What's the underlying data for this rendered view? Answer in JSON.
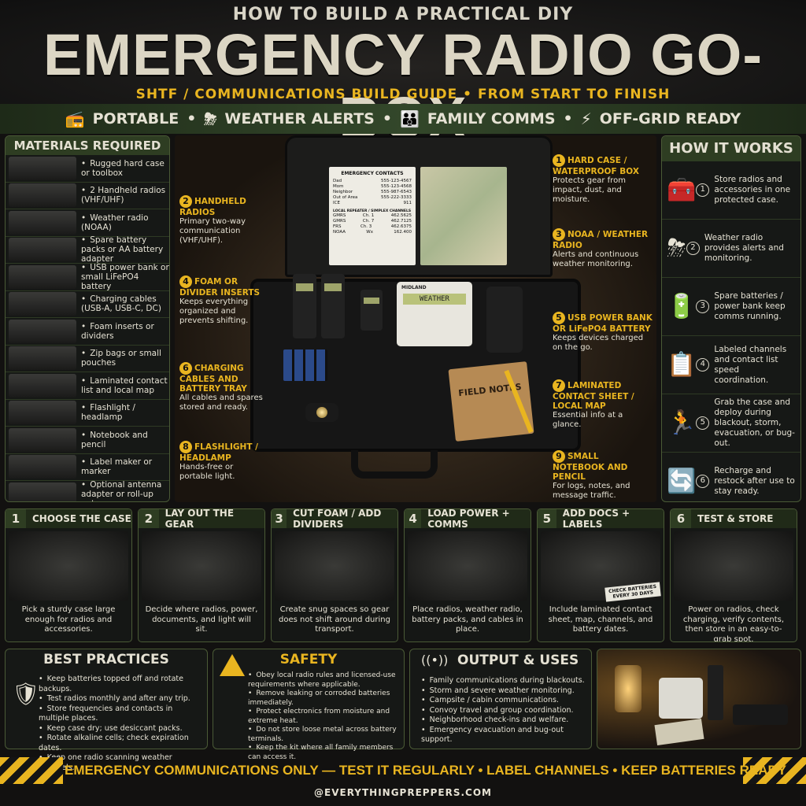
{
  "header": {
    "kicker": "HOW TO BUILD A PRACTICAL DIY",
    "title": "EMERGENCY RADIO GO-BOX",
    "subtitle": "SHTF / COMMUNICATIONS BUILD GUIDE • FROM START TO FINISH",
    "features": [
      "PORTABLE",
      "WEATHER ALERTS",
      "FAMILY COMMS",
      "OFF-GRID READY"
    ]
  },
  "materials": {
    "title": "MATERIALS REQUIRED",
    "items": [
      "Rugged hard case or toolbox",
      "2 Handheld radios (VHF/UHF)",
      "Weather radio (NOAA)",
      "Spare battery packs or AA battery adapter",
      "USB power bank or small LiFePO4 battery",
      "Charging cables (USB-A, USB-C, DC)",
      "Foam inserts or dividers",
      "Zip bags or small pouches",
      "Laminated contact list and local map",
      "Flashlight / headlamp",
      "Notebook and pencil",
      "Label maker or marker",
      "Optional antenna adapter or roll-up antenna"
    ]
  },
  "how": {
    "title": "HOW IT WORKS",
    "items": [
      {
        "num": "1",
        "text": "Store radios and accessories in one protected case.",
        "icon": "toolbox-icon"
      },
      {
        "num": "2",
        "text": "Weather radio provides alerts and monitoring.",
        "icon": "storm-icon"
      },
      {
        "num": "3",
        "text": "Spare batteries / power bank keep comms running.",
        "icon": "battery-icon"
      },
      {
        "num": "4",
        "text": "Labeled channels and contact list speed coordination.",
        "icon": "checklist-icon"
      },
      {
        "num": "5",
        "text": "Grab the case and deploy during blackout, storm, evacuation, or bug-out.",
        "icon": "runner-icon"
      },
      {
        "num": "6",
        "text": "Recharge and restock after use to stay ready.",
        "icon": "recycle-icon"
      }
    ]
  },
  "contact_card": {
    "title": "EMERGENCY CONTACTS",
    "rows": [
      [
        "Dad",
        "555-123-4567"
      ],
      [
        "Mom",
        "555-123-4568"
      ],
      [
        "Neighbor",
        "555-987-6543"
      ],
      [
        "Out of Area",
        "555-222-3333"
      ],
      [
        "ICE",
        "911"
      ]
    ],
    "sub": "LOCAL REPEATER / SIMPLEX CHANNELS",
    "channels": [
      [
        "GMRS",
        "Ch. 1",
        "462.5625"
      ],
      [
        "GMRS",
        "Ch. 7",
        "462.7125"
      ],
      [
        "FRS",
        "Ch. 3",
        "462.6375"
      ],
      [
        "NOAA",
        "Wx",
        "162.400"
      ]
    ]
  },
  "device": {
    "brand": "MIDLAND",
    "screen": "WEATHER"
  },
  "notebook": "FIELD NOTES",
  "callouts": [
    {
      "num": "2",
      "title": "HANDHELD RADIOS",
      "body": "Primary two-way communication (VHF/UHF)."
    },
    {
      "num": "4",
      "title": "FOAM OR DIVIDER INSERTS",
      "body": "Keeps everything organized and prevents shifting."
    },
    {
      "num": "6",
      "title": "CHARGING CABLES AND BATTERY TRAY",
      "body": "All cables and spares stored and ready."
    },
    {
      "num": "8",
      "title": "FLASHLIGHT / HEADLAMP",
      "body": "Hands-free or portable light."
    },
    {
      "num": "1",
      "title": "HARD CASE / WATERPROOF BOX",
      "body": "Protects gear from impact, dust, and moisture."
    },
    {
      "num": "3",
      "title": "NOAA / WEATHER RADIO",
      "body": "Alerts and continuous weather monitoring."
    },
    {
      "num": "5",
      "title": "USB POWER BANK OR LiFePO4 BATTERY",
      "body": "Keeps devices charged on the go."
    },
    {
      "num": "7",
      "title": "LAMINATED CONTACT SHEET / LOCAL MAP",
      "body": "Essential info at a glance."
    },
    {
      "num": "9",
      "title": "SMALL NOTEBOOK AND PENCIL",
      "body": "For logs, notes, and message traffic."
    }
  ],
  "steps": [
    {
      "num": "1",
      "title": "CHOOSE THE CASE",
      "text": "Pick a sturdy case large enough for radios and accessories."
    },
    {
      "num": "2",
      "title": "LAY OUT THE GEAR",
      "text": "Decide where radios, power, documents, and light will sit."
    },
    {
      "num": "3",
      "title": "CUT FOAM / ADD DIVIDERS",
      "text": "Create snug spaces so gear does not shift around during transport."
    },
    {
      "num": "4",
      "title": "LOAD POWER + COMMS",
      "text": "Place radios, weather radio, battery packs, and cables in place."
    },
    {
      "num": "5",
      "title": "ADD DOCS + LABELS",
      "text": "Include laminated contact sheet, map, channels, and battery dates."
    },
    {
      "num": "6",
      "title": "TEST & STORE",
      "text": "Power on radios, check charging, verify contents, then store in an easy-to-grab spot."
    }
  ],
  "step5_label": "CHECK BATTERIES EVERY 30 DAYS",
  "best": {
    "title": "BEST PRACTICES",
    "items": [
      "Keep batteries topped off and rotate backups.",
      "Test radios monthly and after any trip.",
      "Store frequencies and contacts in multiple places.",
      "Keep case dry; use desiccant packs.",
      "Rotate alkaline cells; check expiration dates.",
      "Keep one radio scanning weather channels."
    ]
  },
  "safety": {
    "title": "SAFETY",
    "items": [
      "Obey local radio rules and licensed-use requirements where applicable.",
      "Remove leaking or corroded batteries immediately.",
      "Protect electronics from moisture and extreme heat.",
      "Do not store loose metal across battery terminals.",
      "Keep the kit where all family members can access it."
    ]
  },
  "output": {
    "title": "OUTPUT & USES",
    "items": [
      "Family communications during blackouts.",
      "Storm and severe weather monitoring.",
      "Campsite / cabin communications.",
      "Convoy travel and group coordination.",
      "Neighborhood check-ins and welfare.",
      "Emergency evacuation and bug-out support."
    ]
  },
  "footer": {
    "banner": "EMERGENCY COMMUNICATIONS ONLY — TEST IT REGULARLY • LABEL CHANNELS • KEEP BATTERIES READY",
    "handle": "@EVERYTHINGPREPPERS.COM"
  },
  "colors": {
    "accent": "#e9b520",
    "olive": "#2e3d22",
    "border": "#4a5a36"
  }
}
